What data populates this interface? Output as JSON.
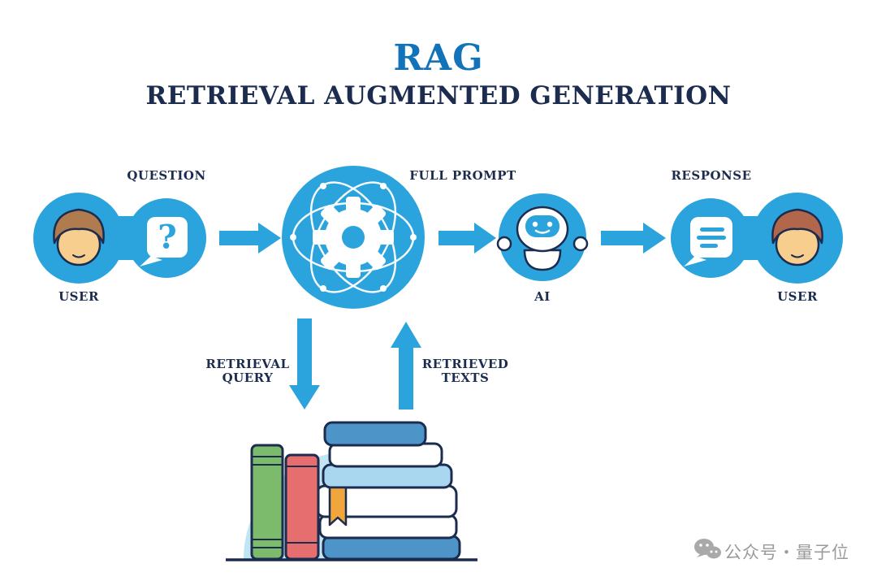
{
  "header": {
    "title": "RAG",
    "subtitle": "RETRIEVAL AUGMENTED GENERATION"
  },
  "labels": {
    "question": "QUESTION",
    "user_left": "USER",
    "full_prompt": "FULL PROMPT",
    "ai": "AI",
    "response": "RESPONSE",
    "user_right": "USER",
    "question_mark": "?",
    "retrieval_query_line1": "RETRIEVAL",
    "retrieval_query_line2": "QUERY",
    "retrieved_texts_line1": "RETRIEVED",
    "retrieved_texts_line2": "TEXTS"
  },
  "watermark": {
    "text": "公众号・量子位"
  },
  "icons": {
    "gear": "gear-icon",
    "robot": "robot-icon",
    "question_bubble": "question-bubble-icon",
    "response_bubble": "response-bubble-icon",
    "books": "books-icon",
    "wechat": "wechat-icon"
  },
  "colors": {
    "accent_blue": "#2BA3DC",
    "title_blue": "#1273B9",
    "navy": "#1C2C4E",
    "dome_light_blue": "#C2E5F6",
    "book_steel_blue": "#4D94C9",
    "book_light_blue": "#A9D7EF",
    "book_green": "#7CBB6B",
    "book_red": "#E66E6E",
    "bookmark_orange": "#F0A63C",
    "skin": "#F8CE8F",
    "hair_brown": "#B07B4F",
    "hair_auburn": "#B2674C",
    "watermark_gray": "#9B9B9B"
  }
}
